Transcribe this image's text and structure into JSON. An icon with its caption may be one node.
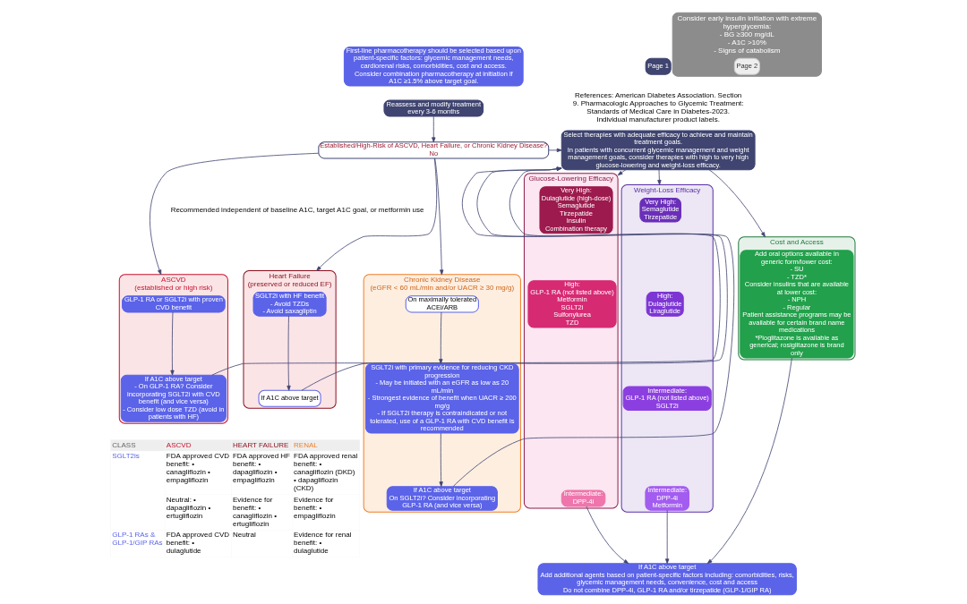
{
  "diagram": {
    "nodes": [
      {
        "text": [
          "First-line pharmacotherapy should be selected based upon patient-specific factors: glycemic management needs, cardiorenal risks, comorbidities, cost and access.",
          "Consider combination pharmacotherapy at initiation if A1C ≥1.5% above target goal."
        ]
      },
      {
        "text": [
          "Consider early insulin initiation with extreme hyperglycemia:",
          "- BG ≥300 mg/dL",
          "- A1C >10%",
          "- Signs of catabolism"
        ]
      },
      {
        "text": [
          "Page 2"
        ],
        "in": 1
      },
      {
        "text": [
          "Reassess and modify treatment every 3-6 months"
        ]
      },
      {
        "text": [
          "Established/High-Risk of ASCVD, Heart Failure, or Chronic Kidney Disease?",
          "No"
        ]
      },
      {
        "text": [
          "ASCVD",
          "(established or high risk)"
        ]
      },
      {
        "text": [
          "GLP-1 RA or SGLT2i with proven CVD benefit"
        ],
        "in": 5
      },
      {
        "text": [
          "If A1C above target",
          "- On GLP-1 RA? Consider incorporating SGLT2i with CVD benefit (and vice versa)",
          "- Consider low dose TZD (avoid in patients with HF)"
        ],
        "in": 5
      },
      {
        "text": [
          "Heart Failure",
          "(preserved or reduced EF)"
        ]
      },
      {
        "text": [
          "SGLT2i with HF benefit",
          "- Avoid TZDs",
          "- Avoid saxagliptin"
        ],
        "in": 8
      },
      {
        "text": [
          "If A1C above target"
        ],
        "in": 8
      },
      {
        "text": [
          "Chronic Kidney Disease",
          "(eGFR < 60 mL/min and/or UACR ≥ 30 mg/g)"
        ]
      },
      {
        "text": [
          "On maximally tolerated ACEi/ARB"
        ],
        "in": 11
      },
      {
        "text": [
          "SGLT2i with primary evidence for reducing CKD progression",
          "- May be initiated with an eGFR as low as 20 mL/min",
          "- Strongest evidence of benefit when UACR ≥ 200 mg/g",
          "- If SGLT2i therapy is contraindicated or not tolerated, use of a GLP-1 RA with CVD benefit is recommended"
        ],
        "in": 11
      },
      {
        "text": [
          "If A1C above target",
          "On SGLT2i? Consider incorporating GLP-1 RA (and vice versa)"
        ],
        "in": 11
      },
      {
        "text": [
          "Select therapies with adequate efficacy to achieve and maintain treatment goals.",
          "In patients with concurrent glycemic management and weight management goals, consider therapies with high to very high glucose-lowering and weight-loss efficacy."
        ]
      },
      {
        "text": [
          "Glucose-Lowering Efficacy"
        ]
      },
      {
        "text": [
          "Very High:",
          "Dulaglutide (high-dose)",
          "Semaglutide",
          "Tirzepatide",
          "Insulin",
          "Combination therapy"
        ],
        "in": 16
      },
      {
        "text": [
          "High:",
          "GLP-1 RA (not listed above)",
          "Metformin",
          "SGLT2i",
          "Sulfonylurea",
          "TZD"
        ],
        "in": 16
      },
      {
        "text": [
          "Intermediate:",
          "DPP-4i"
        ],
        "in": 16
      },
      {
        "text": [
          "Weight-Loss Efficacy"
        ]
      },
      {
        "text": [
          "Very High:",
          "Semaglutide",
          "Tirzepatide"
        ],
        "in": 20
      },
      {
        "text": [
          "High:",
          "Dulaglutide",
          "Liraglutide"
        ],
        "in": 20
      },
      {
        "text": [
          "Intermediate:",
          "GLP-1 RA (not listed above)",
          "SGLT2i"
        ],
        "in": 20
      },
      {
        "text": [
          "Intermediate:",
          "DPP-4i",
          "Metformin"
        ],
        "in": 20
      },
      {
        "text": [
          "Cost and Access"
        ]
      },
      {
        "text": [
          "Add oral options available in generic form/lower cost:",
          "- SU",
          "- TZD*",
          "Consider insulins that are available at lower cost:",
          "- NPH",
          "- Regular",
          "Patient assistance programs may be available for certain brand name medications",
          "*Pioglitazone is available as generical; rosiglitazone is brand only"
        ],
        "in": 25
      },
      {
        "text": [
          "If A1C above target",
          "Add additional agents based on patient-specific factors including: comorbidities, risks, glycemic management needs, convenience, cost and access",
          "Do not combine DPP-4i, GLP-1 RA and/or tirzepatide (GLP-1/GIP RA)"
        ]
      },
      {
        "text": [
          "Page 1"
        ]
      }
    ],
    "edges": [
      {
        "from": 3,
        "to": 4,
        "arrow": "to"
      },
      {
        "from": 4,
        "to": 15,
        "arrow": "to"
      },
      {
        "from": 4,
        "to": 5,
        "arrow": "to"
      },
      {
        "from": 4,
        "to": 8,
        "arrow": "to"
      },
      {
        "from": 4,
        "to": 11,
        "arrow": "to"
      },
      {
        "from": 6,
        "to": 7,
        "arrow": "to"
      },
      {
        "from": 9,
        "to": 10,
        "arrow": "to"
      },
      {
        "from": 12,
        "to": 13,
        "arrow": "to"
      },
      {
        "from": 13,
        "to": 14,
        "arrow": "to"
      },
      {
        "from": 7,
        "to": 15,
        "arrow": "to"
      },
      {
        "from": 10,
        "to": 15,
        "arrow": "to"
      },
      {
        "from": 14,
        "to": 15,
        "arrow": "to"
      },
      {
        "from": 15,
        "to": 16,
        "arrow": "to"
      },
      {
        "from": 15,
        "to": 20,
        "arrow": "to"
      },
      {
        "from": 15,
        "to": 25,
        "arrow": "to"
      },
      {
        "from": 19,
        "to": 27,
        "arrow": "to"
      },
      {
        "from": 24,
        "to": 27,
        "arrow": "to"
      },
      {
        "from": 26,
        "to": 27,
        "arrow": "to"
      }
    ],
    "labels": [
      "Recommended independent of baseline A1C, target A1C goal, or metformin use",
      "References: American Diabetes Association. Section 9. Pharmacologic Approaches to Glycemic Treatment: Standards of Medical Care in Diabetes-2023. Individual manufacturer product labels.",
      "CLASS",
      "ASCVD",
      "HEART FAILURE",
      "RENAL",
      "SGLT2is",
      "FDA approved CVD benefit: • canagliflozin • empagliflozin",
      "FDA approved HF benefit: • dapagliflozin • empagliflozin",
      "FDA approved renal benefit: • canagliflozin (DKD) • dapagliflozin (CKD)",
      "Neutral: • dapagliflozin • ertugliflozin",
      "Evidence for benefit: • canagliflozin • ertugliflozin",
      "Evidence for benefit: • empagliflozin",
      "GLP-1 RAs & GLP-1/GIP RAs",
      "FDA approved CVD benefit: • dulaglutide",
      "Neutral",
      "Evidence for renal benefit: • dulaglutide"
    ]
  }
}
